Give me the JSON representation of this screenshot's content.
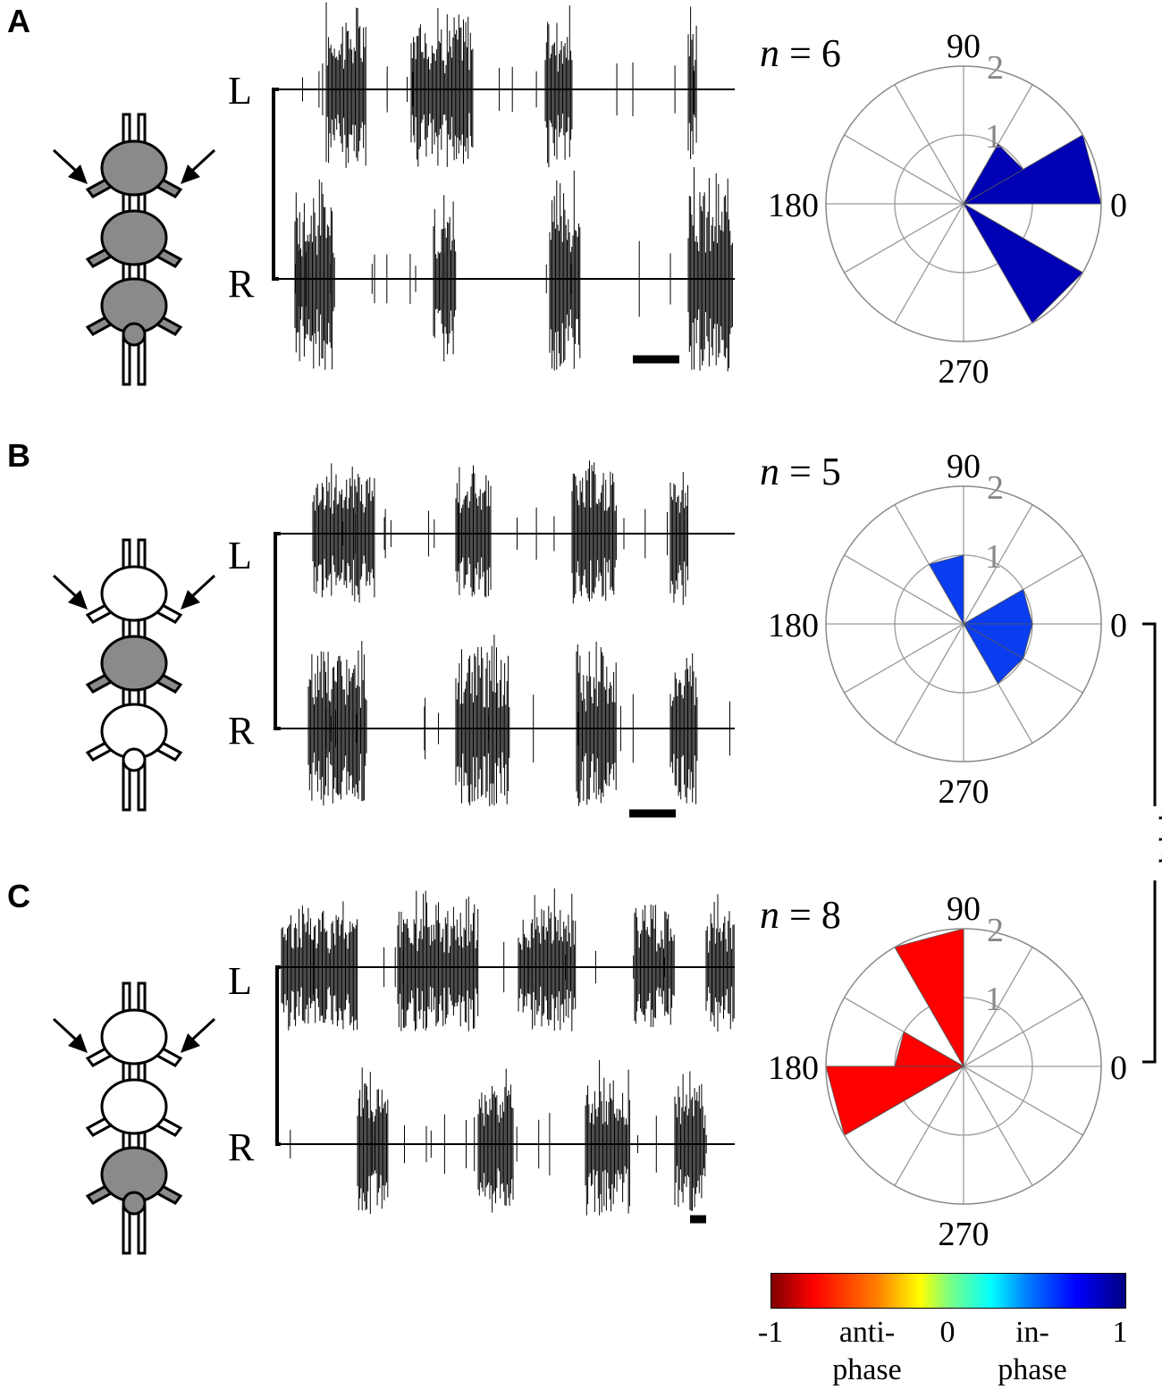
{
  "panels": [
    {
      "letter": "A",
      "n_label": "n = 6",
      "n_italic": "n",
      "n_value": "= 6",
      "trace_labels": [
        "L",
        "R"
      ],
      "schematic_filled": [
        true,
        true,
        true
      ],
      "rose_color": "#0000b4",
      "angle_labels": {
        "a90": "90",
        "a0": "0",
        "a180": "180",
        "a270": "270"
      },
      "ring_labels": [
        "1",
        "2"
      ]
    },
    {
      "letter": "B",
      "n_label": "n = 5",
      "n_italic": "n",
      "n_value": "= 5",
      "trace_labels": [
        "L",
        "R"
      ],
      "schematic_filled": [
        false,
        true,
        false
      ],
      "rose_color": "#0a3cf0",
      "angle_labels": {
        "a90": "90",
        "a0": "0",
        "a180": "180",
        "a270": "270"
      },
      "ring_labels": [
        "1",
        "2"
      ]
    },
    {
      "letter": "C",
      "n_label": "n = 8",
      "n_italic": "n",
      "n_value": "= 8",
      "trace_labels": [
        "L",
        "R"
      ],
      "schematic_filled": [
        false,
        false,
        true
      ],
      "rose_color": "#ff0000",
      "angle_labels": {
        "a90": "90",
        "a0": "0",
        "a180": "180",
        "a270": "270"
      },
      "ring_labels": [
        "1",
        "2"
      ]
    }
  ],
  "significance": "***",
  "colorbar": {
    "ticks": [
      "-1",
      "0",
      "1"
    ],
    "anti_top": "anti-",
    "anti_bottom": "phase",
    "in_top": "in-",
    "in_bottom": "phase"
  },
  "chart_data": [
    {
      "type": "polar-histogram",
      "panel": "A",
      "r_ticks": [
        1,
        2
      ],
      "theta_ticks": [
        0,
        90,
        180,
        270
      ],
      "bins_deg": [
        [
          0,
          30
        ],
        [
          30,
          60
        ],
        [
          330,
          360
        ],
        [
          300,
          330
        ]
      ],
      "bars": [
        {
          "theta_start": 0,
          "theta_end": 30,
          "r": 2.0
        },
        {
          "theta_start": 30,
          "theta_end": 60,
          "r": 1.0
        },
        {
          "theta_start": 330,
          "theta_end": 360,
          "r": 0.0
        },
        {
          "theta_start": 300,
          "theta_end": 330,
          "r": 2.0
        }
      ],
      "rmax": 2.0
    },
    {
      "type": "polar-histogram",
      "panel": "B",
      "r_ticks": [
        1,
        2
      ],
      "theta_ticks": [
        0,
        90,
        180,
        270
      ],
      "bars": [
        {
          "theta_start": 90,
          "theta_end": 120,
          "r": 1.0
        },
        {
          "theta_start": 0,
          "theta_end": 30,
          "r": 1.0
        },
        {
          "theta_start": 330,
          "theta_end": 360,
          "r": 1.0
        },
        {
          "theta_start": 300,
          "theta_end": 330,
          "r": 1.0
        }
      ],
      "rmax": 2.0
    },
    {
      "type": "polar-histogram",
      "panel": "C",
      "r_ticks": [
        1,
        2
      ],
      "theta_ticks": [
        0,
        90,
        180,
        270
      ],
      "bars": [
        {
          "theta_start": 90,
          "theta_end": 120,
          "r": 2.0
        },
        {
          "theta_start": 150,
          "theta_end": 180,
          "r": 1.0
        },
        {
          "theta_start": 180,
          "theta_end": 210,
          "r": 2.0
        }
      ],
      "rmax": 2.0
    }
  ]
}
